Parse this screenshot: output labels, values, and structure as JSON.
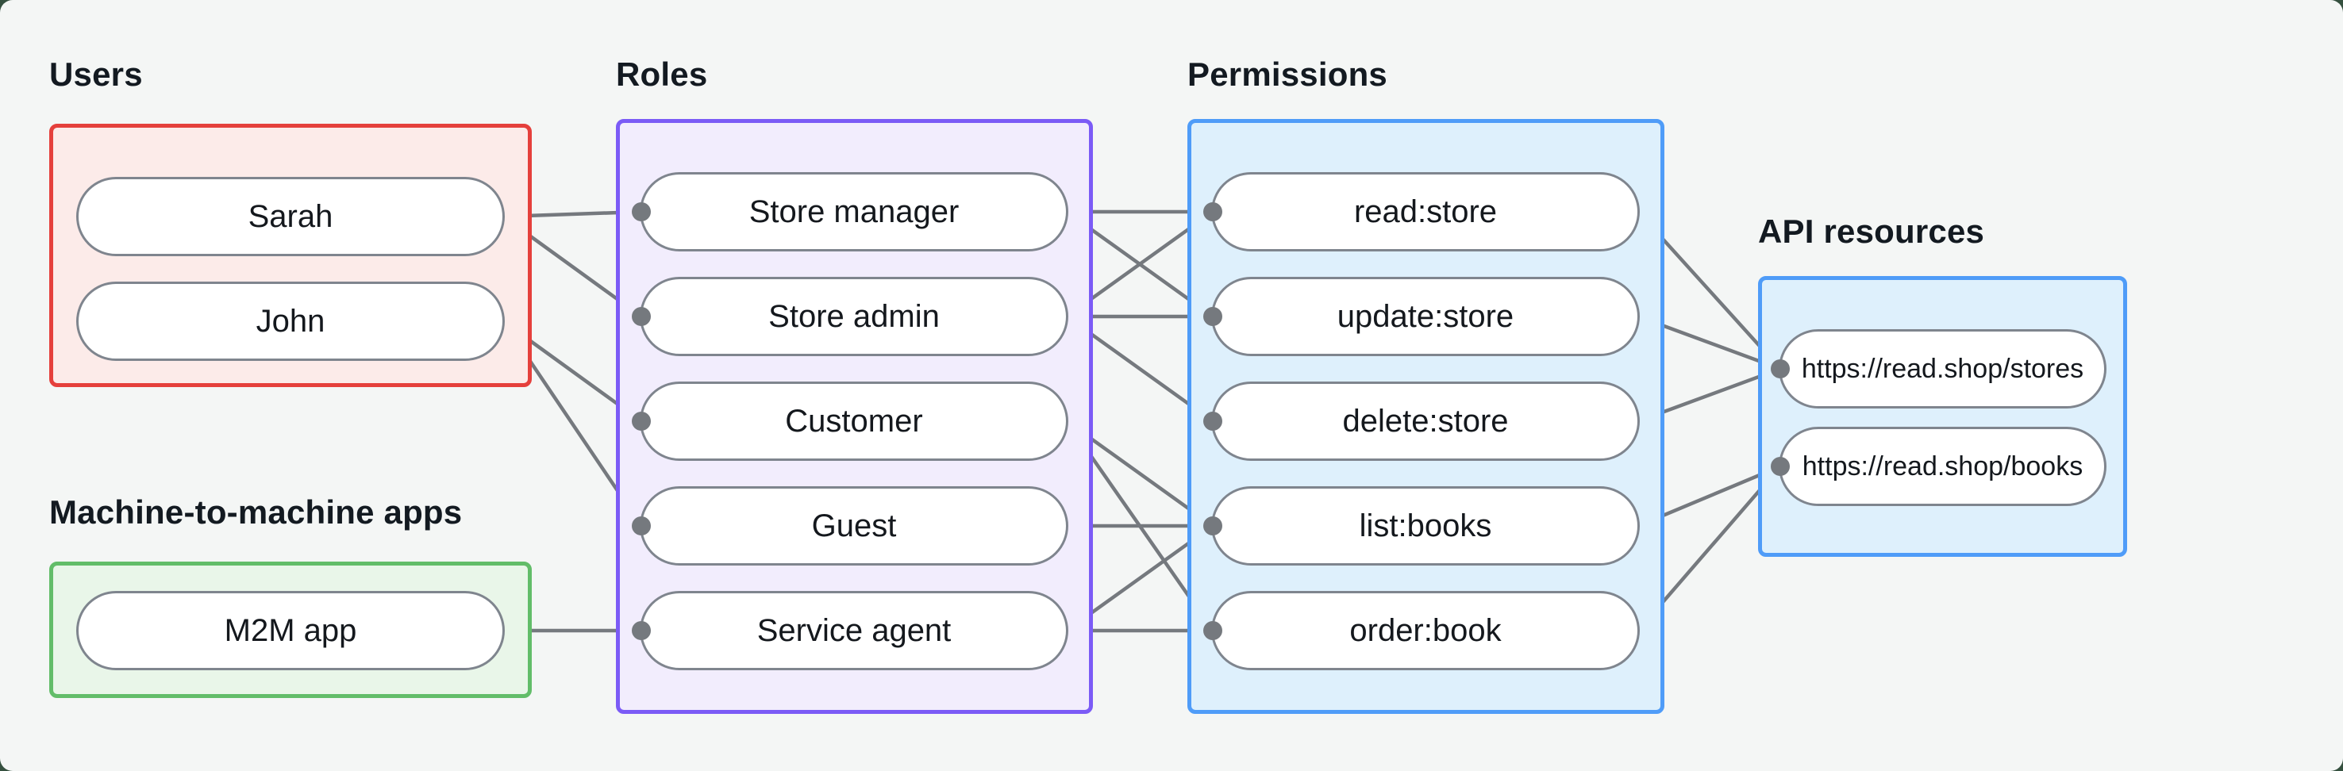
{
  "canvas": {
    "outer_bg": "#35503f",
    "panel_bg": "#f4f6f5",
    "edge_color": "#75797e",
    "node_border": "#7f858e",
    "node_fill": "#ffffff",
    "label_color": "#131a21",
    "text_color": "#14181d"
  },
  "diagram": {
    "groups": [
      {
        "id": "users",
        "title": "Users",
        "accent": "#e5403c",
        "fill": "#fcebe9",
        "nodes": [
          {
            "id": "sarah",
            "label": "Sarah"
          },
          {
            "id": "john",
            "label": "John"
          }
        ]
      },
      {
        "id": "m2m",
        "title": "Machine-to-machine apps",
        "accent": "#62bd69",
        "fill": "#e9f6e9",
        "nodes": [
          {
            "id": "m2m_app",
            "label": "M2M app"
          }
        ]
      },
      {
        "id": "roles",
        "title": "Roles",
        "accent": "#7b5bf6",
        "fill": "#f2edfd",
        "nodes": [
          {
            "id": "store_manager",
            "label": "Store manager"
          },
          {
            "id": "store_admin",
            "label": "Store admin"
          },
          {
            "id": "customer",
            "label": "Customer"
          },
          {
            "id": "guest",
            "label": "Guest"
          },
          {
            "id": "service_agent",
            "label": "Service agent"
          }
        ]
      },
      {
        "id": "permissions",
        "title": "Permissions",
        "accent": "#4f9cf8",
        "fill": "#def0fc",
        "nodes": [
          {
            "id": "read_store",
            "label": "read:store"
          },
          {
            "id": "update_store",
            "label": "update:store"
          },
          {
            "id": "delete_store",
            "label": "delete:store"
          },
          {
            "id": "list_books",
            "label": "list:books"
          },
          {
            "id": "order_book",
            "label": "order:book"
          }
        ]
      },
      {
        "id": "api",
        "title": "API resources",
        "accent": "#4f9cf8",
        "fill": "#def0fc",
        "nodes": [
          {
            "id": "stores_api",
            "label": "https://read.shop/stores"
          },
          {
            "id": "books_api",
            "label": "https://read.shop/books"
          }
        ]
      }
    ],
    "edges": [
      [
        "sarah",
        "store_manager"
      ],
      [
        "sarah",
        "store_admin"
      ],
      [
        "john",
        "customer"
      ],
      [
        "john",
        "guest"
      ],
      [
        "m2m_app",
        "service_agent"
      ],
      [
        "store_manager",
        "read_store"
      ],
      [
        "store_manager",
        "update_store"
      ],
      [
        "store_admin",
        "read_store"
      ],
      [
        "store_admin",
        "update_store"
      ],
      [
        "store_admin",
        "delete_store"
      ],
      [
        "customer",
        "list_books"
      ],
      [
        "customer",
        "order_book"
      ],
      [
        "guest",
        "list_books"
      ],
      [
        "service_agent",
        "list_books"
      ],
      [
        "service_agent",
        "order_book"
      ],
      [
        "read_store",
        "stores_api"
      ],
      [
        "update_store",
        "stores_api"
      ],
      [
        "delete_store",
        "stores_api"
      ],
      [
        "list_books",
        "books_api"
      ],
      [
        "order_book",
        "books_api"
      ]
    ]
  }
}
